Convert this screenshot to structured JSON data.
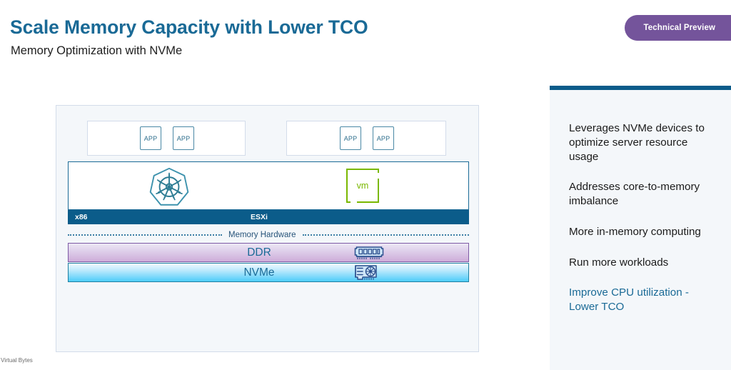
{
  "header": {
    "title": "Scale Memory Capacity with Lower TCO",
    "subtitle": "Memory Optimization with NVMe",
    "badge_label": "Technical Preview",
    "badge_color": "#74549b",
    "title_color": "#1a6a96"
  },
  "diagram": {
    "app_groups": [
      {
        "name": "left-app-group",
        "apps": [
          "APP",
          "APP"
        ]
      },
      {
        "name": "right-app-group",
        "apps": [
          "APP",
          "APP"
        ]
      }
    ],
    "runtime": {
      "kubernetes_icon": "kubernetes-icon",
      "vm_label": "vm",
      "vm_color": "#7ab800"
    },
    "platform": {
      "arch_label": "x86",
      "hypervisor_label": "ESXi",
      "bar_color": "#0b5c8a"
    },
    "memory_divider_label": "Memory Hardware",
    "memory_bars": [
      {
        "label": "DDR",
        "icon": "ram-dimm-icon",
        "accent": "#7e5ba6"
      },
      {
        "label": "NVMe",
        "icon": "pcie-card-icon",
        "accent": "#1f7fa0"
      }
    ]
  },
  "rail": {
    "accent_color": "#0b5c8a",
    "items": [
      {
        "text": "Leverages NVMe devices to optimize server resource usage",
        "highlight": false
      },
      {
        "text": "Addresses core-to-memory imbalance",
        "highlight": false
      },
      {
        "text": "More in-memory computing",
        "highlight": false
      },
      {
        "text": "Run more workloads",
        "highlight": false
      },
      {
        "text": "Improve CPU utilization - Lower TCO",
        "highlight": true
      }
    ]
  },
  "footer": {
    "note": "Virtual Bytes"
  }
}
